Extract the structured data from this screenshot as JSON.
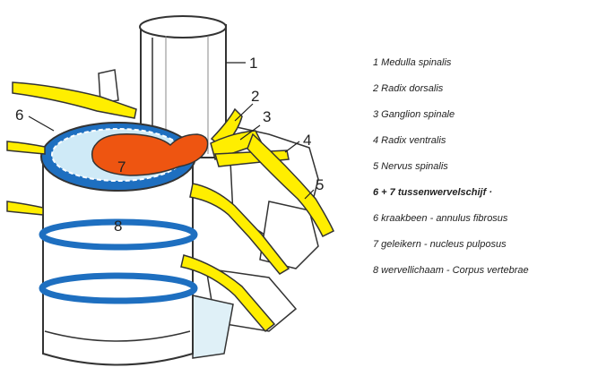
{
  "callouts": [
    "1",
    "2",
    "3",
    "4",
    "5",
    "6",
    "7",
    "8"
  ],
  "legend": [
    {
      "text": "1 Medulla spinalis",
      "bold": false
    },
    {
      "text": "2 Radix dorsalis",
      "bold": false
    },
    {
      "text": "3 Ganglion spinale",
      "bold": false
    },
    {
      "text": "4 Radix ventralis",
      "bold": false
    },
    {
      "text": "5 Nervus spinalis",
      "bold": false
    },
    {
      "text": "6 + 7 tussenwervelschijf ·",
      "bold": true
    },
    {
      "text": "6 kraakbeen - annulus fibrosus",
      "bold": false
    },
    {
      "text": "7 geleikern - nucleus pulposus",
      "bold": false
    },
    {
      "text": "8 wervellichaam - Corpus vertebrae",
      "bold": false
    }
  ],
  "colors": {
    "nerve": "#ffee00",
    "disc_ring": "#1e6fc0",
    "nucleus": "#ee5511",
    "bone": "#ffffff",
    "outline": "#333333",
    "cartilage": "#cfeaf7"
  }
}
